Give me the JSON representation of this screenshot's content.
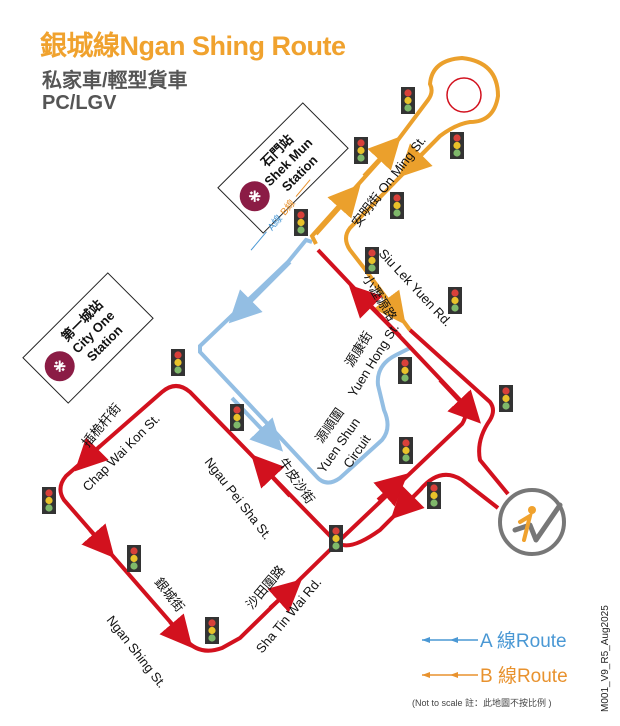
{
  "header": {
    "title": "銀城線Ngan Shing Route",
    "subtitle_zh": "私家車/輕型貨車",
    "subtitle_en": "PC/LGV"
  },
  "stations": [
    {
      "name_zh": "石門站",
      "name_en_1": "Shek Mun",
      "name_en_2": "Station"
    },
    {
      "name_zh": "第一城站",
      "name_en_1": "City One",
      "name_en_2": "Station"
    }
  ],
  "route_tags": {
    "a": "A線",
    "b": "B線"
  },
  "streets": {
    "on_ming": "安明街 On Ming St.",
    "siu_lek_yuen_en": "Siu Lek Yuen Rd.",
    "siu_lek_yuen_zh": "小瀝源路",
    "yuen_hong_zh": "源康街",
    "yuen_hong_en": "Yuen Hong St.",
    "yuen_shun_zh": "源順圍",
    "yuen_shun_en_1": "Yuen Shun",
    "yuen_shun_en_2": "Circuit",
    "ngau_pei_sha_zh": "牛皮沙街",
    "ngau_pei_sha_en": "Ngau Pei Sha St.",
    "chap_wai_kon_zh": "插桅杆街",
    "chap_wai_kon_en": "Chap Wai Kon St.",
    "ngan_shing_zh": "銀城街",
    "ngan_shing_en": "Ngan Shing St.",
    "sha_tin_wai_zh": "沙田圍路",
    "sha_tin_wai_en": "Sha Tin Wai Rd."
  },
  "legend": {
    "a_label": "A 線Route",
    "b_label": "B 線Route",
    "a_color": "#4A98D4",
    "b_color": "#E8922E"
  },
  "colors": {
    "red_route": "#D2111E",
    "orange_route": "#EBA02C",
    "blue_route": "#93BEE3",
    "mtr": "#8B1C45"
  },
  "note": "(Not to scale 註：此地圖不按比例 )",
  "version": "M001_V9_R5_Aug2025"
}
